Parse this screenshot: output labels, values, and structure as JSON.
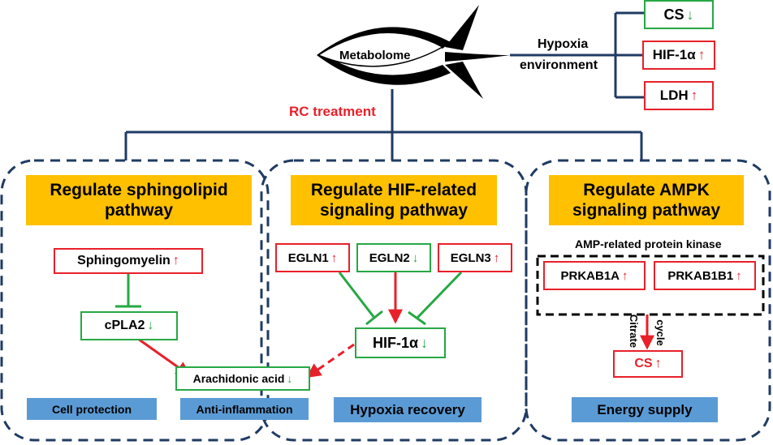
{
  "colors": {
    "red": "#e8202a",
    "green": "#26a844",
    "navy": "#1f3b63",
    "gold": "#ffc000",
    "blue": "#5b9bd5"
  },
  "arrows": {
    "up": "↑",
    "down": "↓"
  },
  "header": {
    "metabolome": "Metabolome",
    "hypoxia_env_line1": "Hypoxia",
    "hypoxia_env_line2": "environment",
    "rc_treatment": "RC treatment",
    "markers": [
      {
        "label": "CS",
        "trend": "down"
      },
      {
        "label": "HIF-1α",
        "trend": "up"
      },
      {
        "label": "LDH",
        "trend": "up"
      }
    ]
  },
  "panels": {
    "sphingolipid": {
      "title_line1": "Regulate sphingolipid",
      "title_line2": "pathway",
      "sphingomyelin": "Sphingomyelin",
      "cpla2": "cPLA2",
      "arachidonic": "Arachidonic acid",
      "effect1": "Cell protection",
      "effect2": "Anti-inflammation"
    },
    "hif": {
      "title_line1": "Regulate HIF-related",
      "title_line2": "signaling pathway",
      "egln1": "EGLN1",
      "egln2": "EGLN2",
      "egln3": "EGLN3",
      "hif1a": "HIF-1α",
      "effect": "Hypoxia recovery"
    },
    "ampk": {
      "title_line1": "Regulate AMPK",
      "title_line2": "signaling pathway",
      "kinase_label": "AMP-related protein kinase",
      "prkab1a": "PRKAB1A",
      "prkab1b1": "PRKAB1B1",
      "citrate": "Citrate",
      "cycle": "cycle",
      "cs": "CS",
      "effect": "Energy supply"
    }
  }
}
